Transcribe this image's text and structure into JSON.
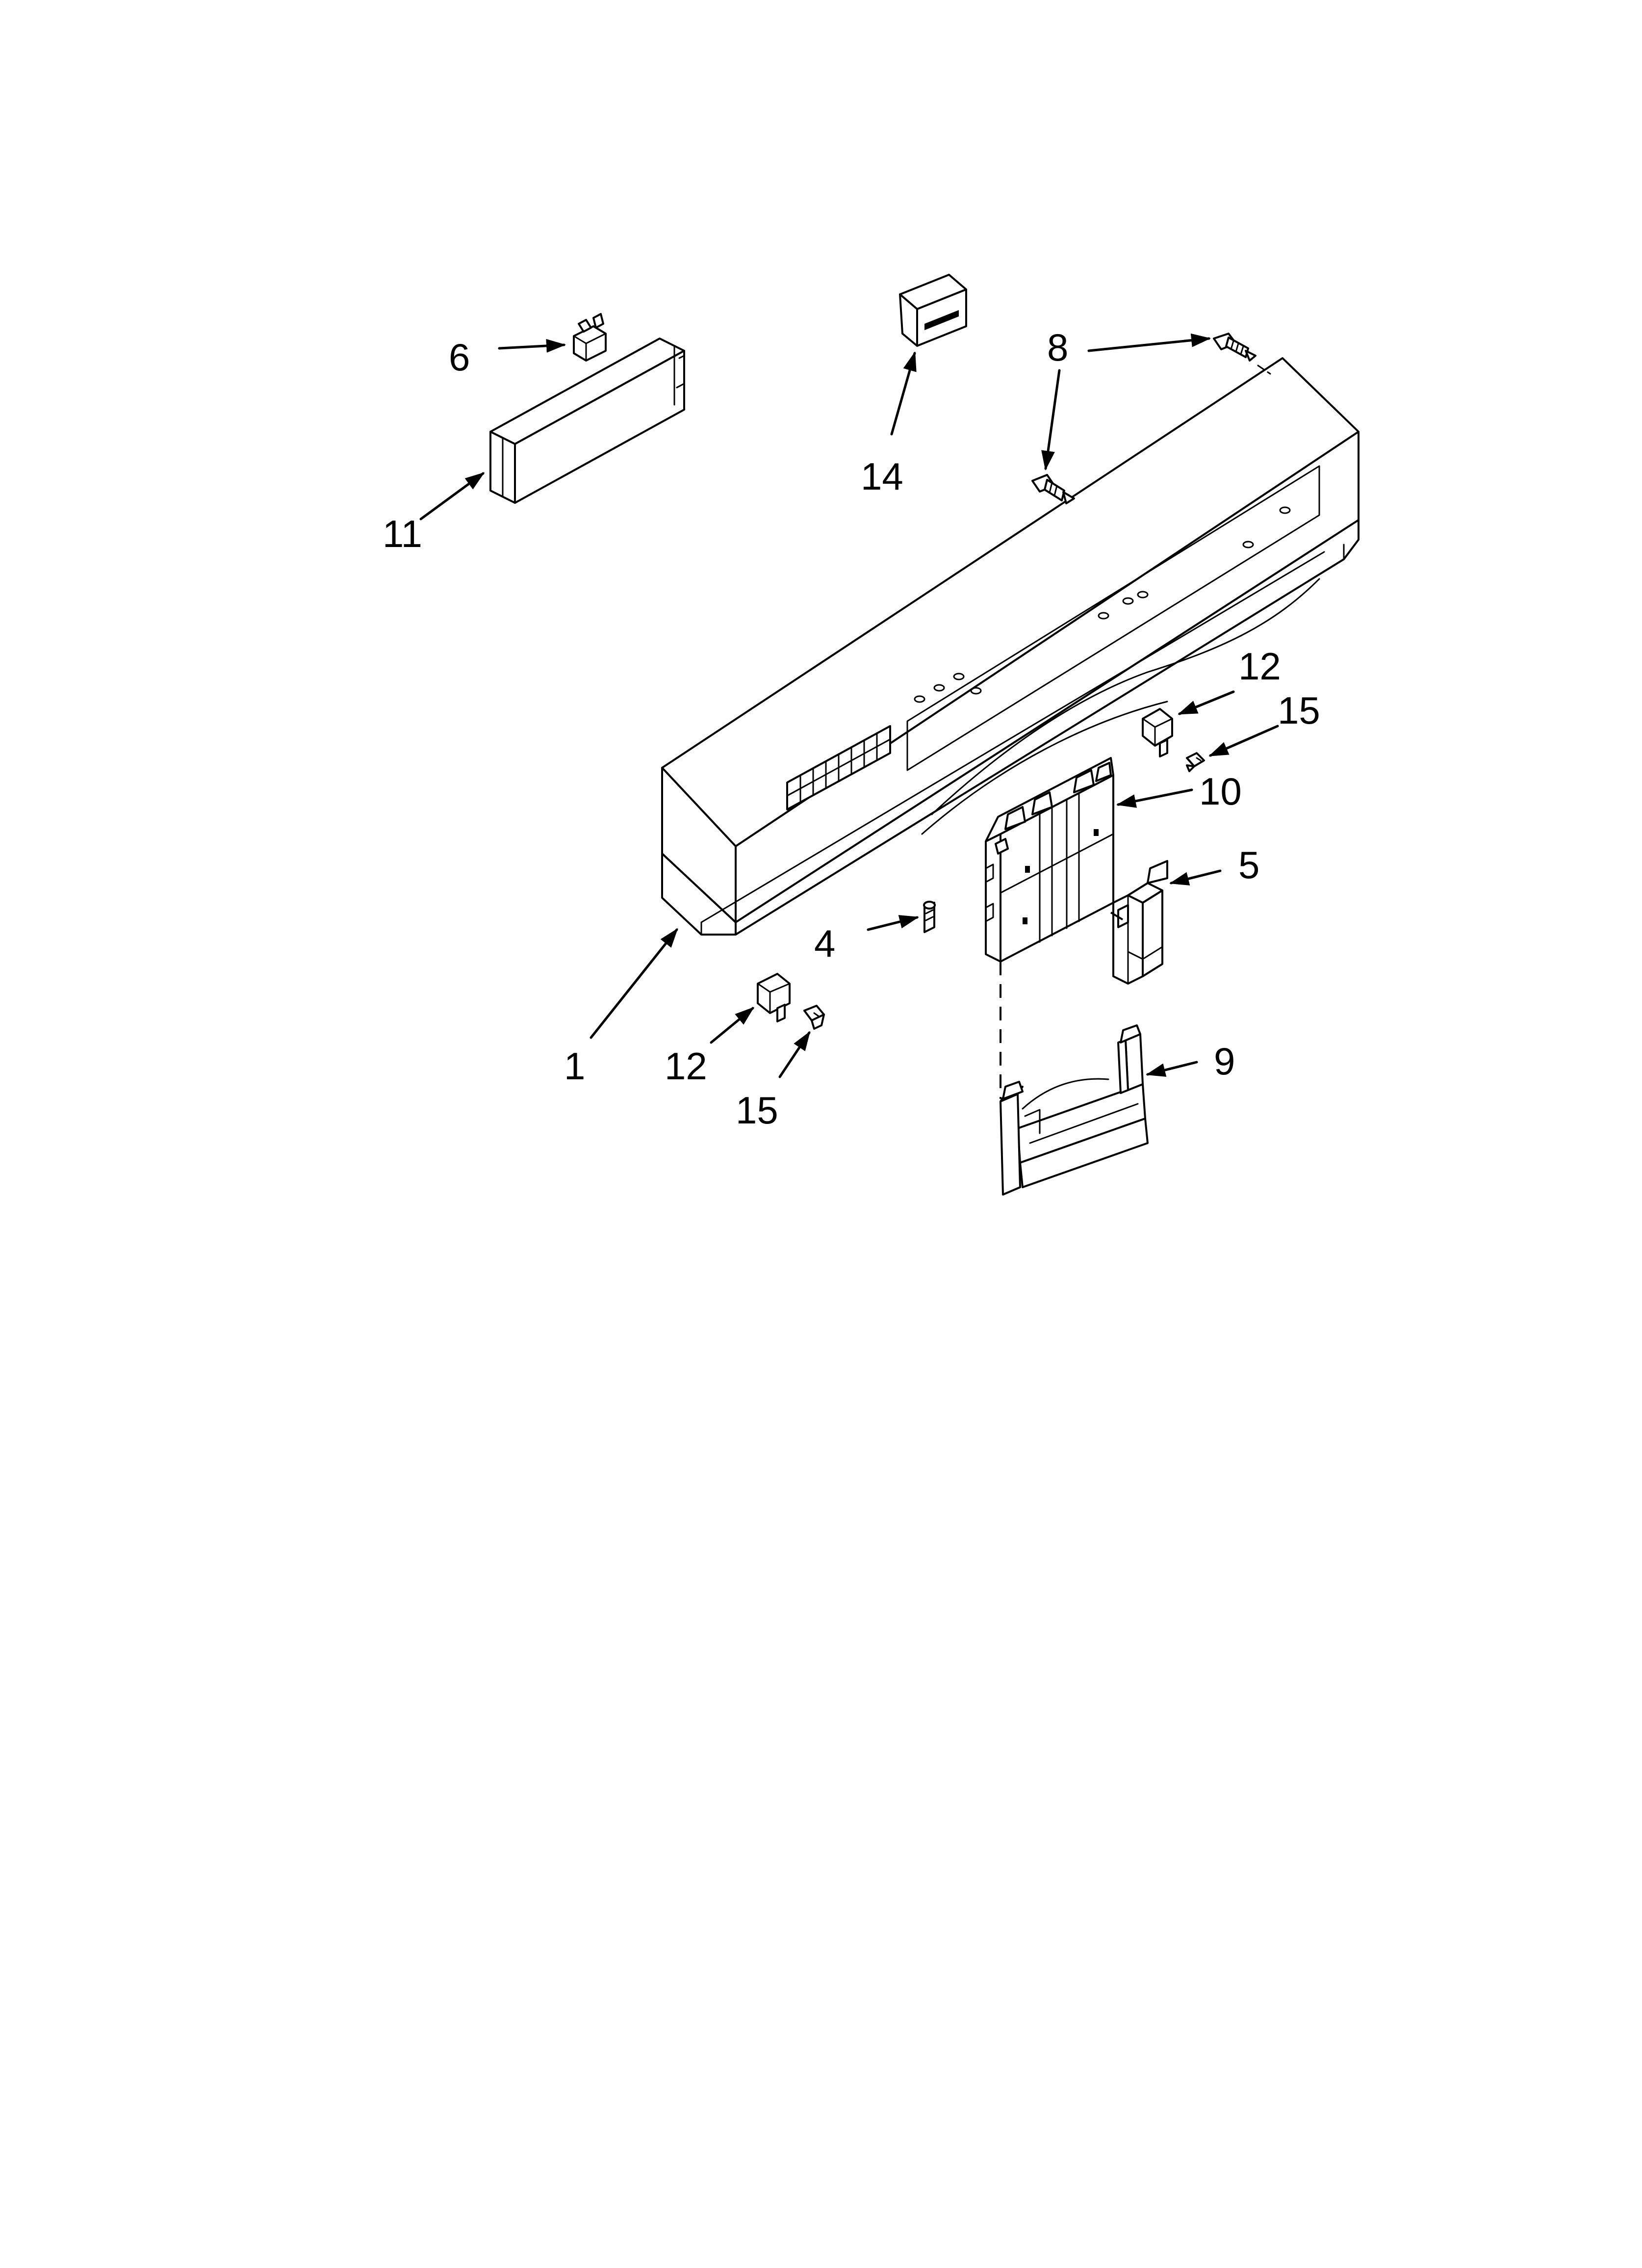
{
  "callouts": {
    "c1": "1",
    "c4": "4",
    "c5": "5",
    "c6": "6",
    "c8": "8",
    "c9": "9",
    "c10": "10",
    "c11": "11",
    "c12_top": "12",
    "c12_bottom": "12",
    "c14": "14",
    "c15_top": "15",
    "c15_bottom": "15"
  },
  "colors": {
    "ink": "#000000",
    "paper": "#ffffff"
  }
}
